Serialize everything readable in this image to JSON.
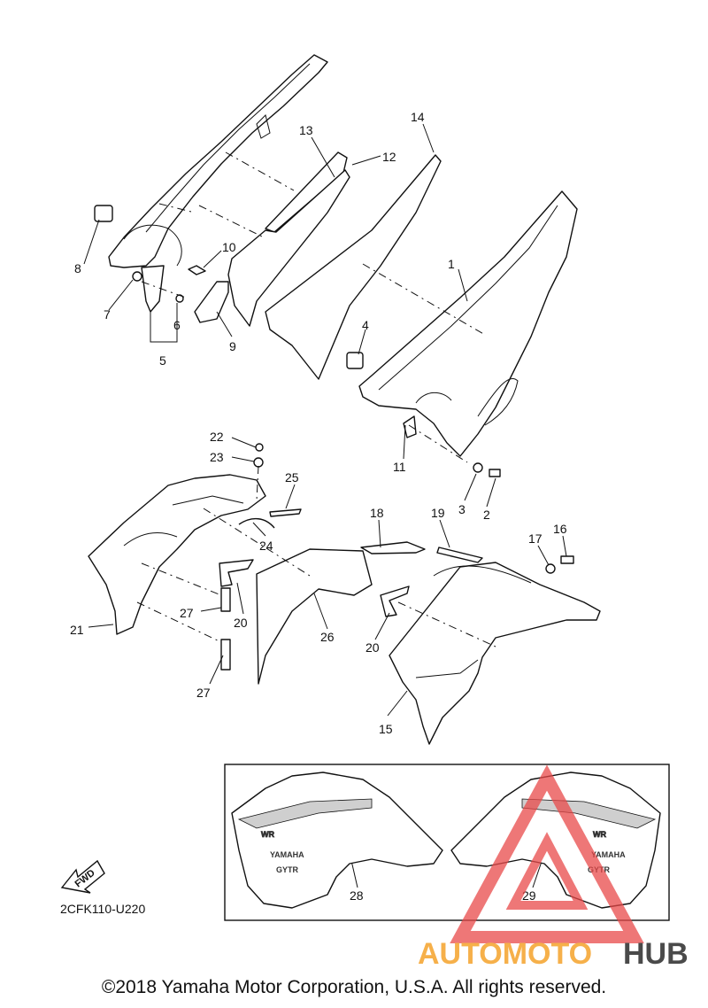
{
  "diagram_code": "2CFK110-U220",
  "fwd_label": "FWD",
  "copyright": "©2018 Yamaha Motor Corporation, U.S.A. All rights reserved.",
  "watermark": {
    "word_a": "AUTOMOTO",
    "word_b": "HUB",
    "color_a": "#f6b04a",
    "color_b": "#4a4a4a",
    "triangle_color": "#e84a4a"
  },
  "decal_text": {
    "model": "WR",
    "brand": "YAMAHA",
    "grade": "GYTR"
  },
  "callouts": [
    "1",
    "2",
    "3",
    "4",
    "5",
    "6",
    "7",
    "8",
    "9",
    "10",
    "11",
    "12",
    "13",
    "14",
    "15",
    "16",
    "17",
    "18",
    "19",
    "20",
    "20",
    "21",
    "22",
    "23",
    "24",
    "25",
    "26",
    "27",
    "27",
    "28",
    "29"
  ]
}
